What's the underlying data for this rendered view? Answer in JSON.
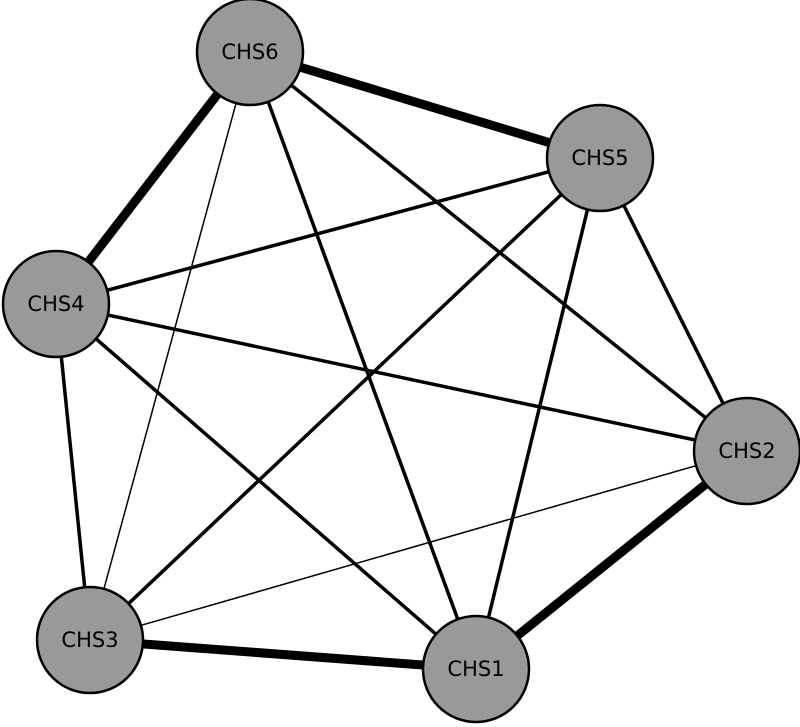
{
  "nodes": [
    {
      "id": "CHS1",
      "label": "CHS1"
    },
    {
      "id": "CHS2",
      "label": "CHS2"
    },
    {
      "id": "CHS3",
      "label": "CHS3"
    },
    {
      "id": "CHS4",
      "label": "CHS4"
    },
    {
      "id": "CHS5",
      "label": "CHS5"
    },
    {
      "id": "CHS6",
      "label": "CHS6"
    }
  ],
  "edges": [
    {
      "source": "CHS6",
      "target": "CHS5",
      "weight": "heavy"
    },
    {
      "source": "CHS6",
      "target": "CHS4",
      "weight": "heavy"
    },
    {
      "source": "CHS6",
      "target": "CHS3",
      "weight": "light"
    },
    {
      "source": "CHS6",
      "target": "CHS1",
      "weight": "medium"
    },
    {
      "source": "CHS6",
      "target": "CHS2",
      "weight": "medium"
    },
    {
      "source": "CHS5",
      "target": "CHS4",
      "weight": "medium"
    },
    {
      "source": "CHS5",
      "target": "CHS3",
      "weight": "medium"
    },
    {
      "source": "CHS5",
      "target": "CHS1",
      "weight": "medium"
    },
    {
      "source": "CHS5",
      "target": "CHS2",
      "weight": "medium"
    },
    {
      "source": "CHS4",
      "target": "CHS2",
      "weight": "medium"
    },
    {
      "source": "CHS4",
      "target": "CHS1",
      "weight": "medium"
    },
    {
      "source": "CHS4",
      "target": "CHS3",
      "weight": "medium"
    },
    {
      "source": "CHS2",
      "target": "CHS3",
      "weight": "light"
    },
    {
      "source": "CHS2",
      "target": "CHS1",
      "weight": "heavy"
    },
    {
      "source": "CHS3",
      "target": "CHS1",
      "weight": "heavy"
    }
  ],
  "colors": {
    "node_fill": "#999999",
    "node_stroke": "#000000",
    "edge": "#000000",
    "background": "#ffffff"
  }
}
